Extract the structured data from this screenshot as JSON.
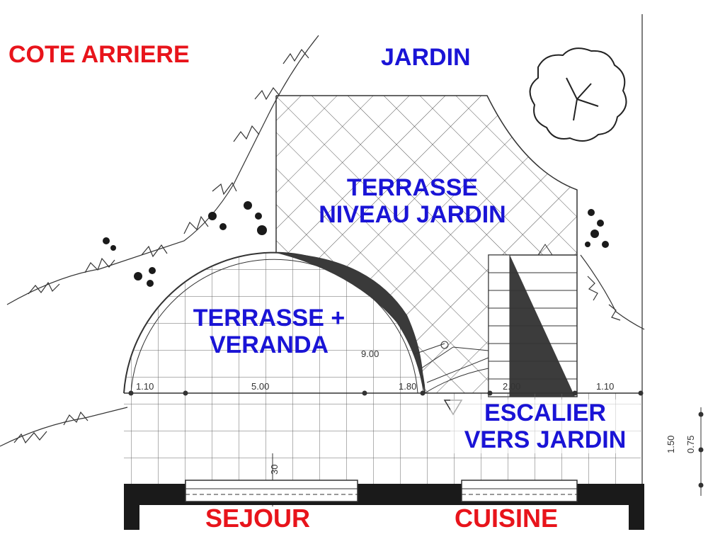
{
  "labels": {
    "side": "COTE ARRIERE",
    "garden": "JARDIN",
    "terrace_garden_level_line1": "TERRASSE",
    "terrace_garden_level_line2": "NIVEAU JARDIN",
    "terrace_veranda_line1": "TERRASSE +",
    "terrace_veranda_line2": "VERANDA",
    "stair_line1": "ESCALIER",
    "stair_line2": "VERS JARDIN",
    "living_room": "SEJOUR",
    "kitchen": "CUISINE"
  },
  "dimensions": {
    "radius": "9.00",
    "d1": "1.10",
    "d2": "5.00",
    "d3": "1.80",
    "d4": "2.00",
    "d5": "1.10",
    "wall": "30",
    "side1": "1.50",
    "side2": "0.75"
  },
  "colors": {
    "title_red": "#e8141b",
    "label_blue": "#1a14d6",
    "line": "#333333"
  }
}
